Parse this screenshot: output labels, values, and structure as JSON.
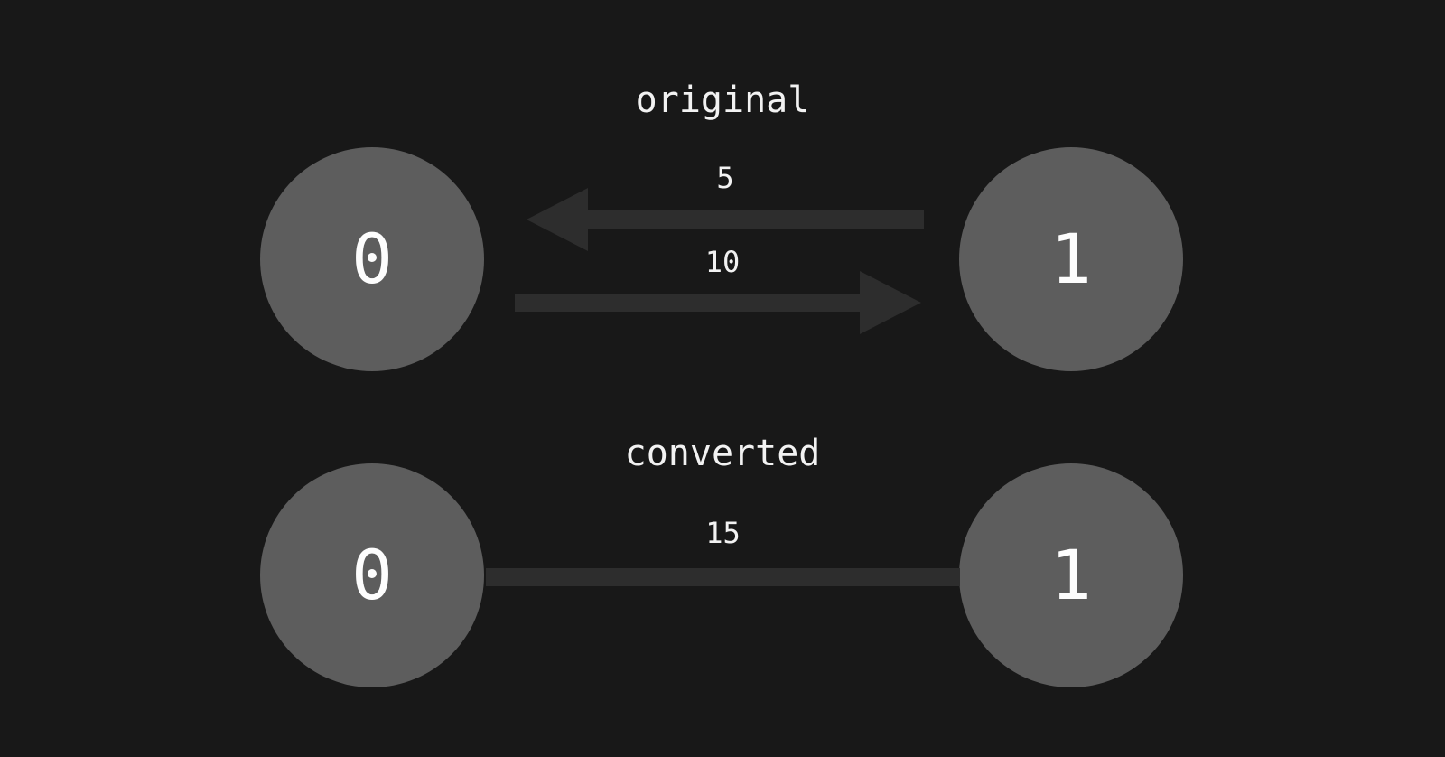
{
  "colors": {
    "background": "#181818",
    "node_fill": "#5d5d5d",
    "edge_fill": "#2d2d2d",
    "label_text": "#f2f2f2",
    "node_text": "#fdfdfd"
  },
  "original": {
    "title": "original",
    "nodes": [
      {
        "id": "0",
        "label": "0"
      },
      {
        "id": "1",
        "label": "1"
      }
    ],
    "edges": [
      {
        "from": "1",
        "to": "0",
        "weight": "5",
        "direction": "left"
      },
      {
        "from": "0",
        "to": "1",
        "weight": "10",
        "direction": "right"
      }
    ]
  },
  "converted": {
    "title": "converted",
    "nodes": [
      {
        "id": "0",
        "label": "0"
      },
      {
        "id": "1",
        "label": "1"
      }
    ],
    "edges": [
      {
        "between": [
          "0",
          "1"
        ],
        "weight": "15",
        "direction": "none"
      }
    ]
  }
}
